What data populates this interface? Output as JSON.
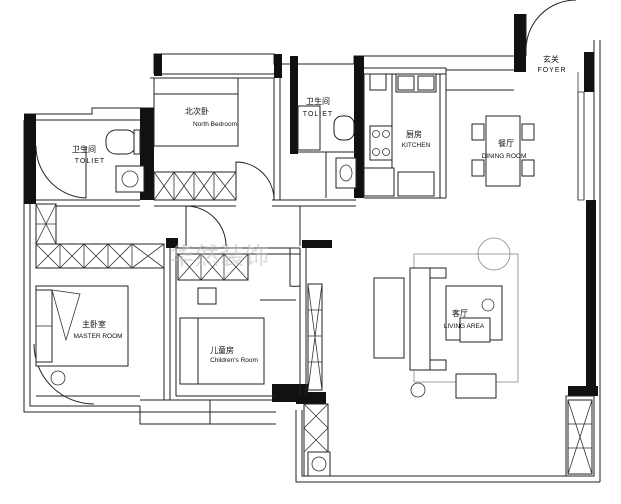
{
  "rooms": {
    "north_bedroom": {
      "cn": "北次卧",
      "en": "North Bedroom"
    },
    "toilet_left": {
      "cn": "卫生间",
      "en": "TOLIET"
    },
    "toilet_mid": {
      "cn": "卫生间",
      "en": "TOLIET"
    },
    "kitchen": {
      "cn": "厨房",
      "en": "KITCHEN"
    },
    "foyer": {
      "cn": "玄关",
      "en": "FOYER"
    },
    "dining": {
      "cn": "餐厅",
      "en": "DINING ROOM"
    },
    "master": {
      "cn": "主卧室",
      "en": "MASTER ROOM"
    },
    "children": {
      "cn": "儿童房",
      "en": "Children's Room"
    },
    "living": {
      "cn": "客厅",
      "en": "LIVING AREA"
    }
  },
  "watermark": "华然装饰"
}
